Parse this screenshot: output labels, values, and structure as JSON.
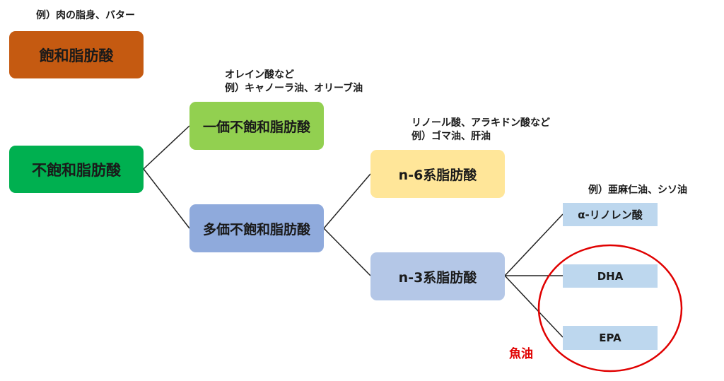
{
  "colors": {
    "saturated": "#c55a11",
    "unsaturated": "#00b050",
    "mono": "#92d050",
    "poly": "#8faadc",
    "n6": "#ffe699",
    "n3": "#b4c7e7",
    "leaf": "#bdd7ee",
    "highlight": "#e00000",
    "line": "#222222"
  },
  "nodes": {
    "saturated": "飽和脂肪酸",
    "unsaturated": "不飽和脂肪酸",
    "mono": "一価不飽和脂肪酸",
    "poly": "多価不飽和脂肪酸",
    "n6": "n-6系脂肪酸",
    "n3": "n-3系脂肪酸",
    "ala": "α-リノレン酸",
    "dha": "DHA",
    "epa": "EPA"
  },
  "notes": {
    "saturated_example": "例）肉の脂身、バター",
    "mono_line1": "オレイン酸など",
    "mono_line2": "例）キャノーラ油、オリーブ油",
    "n6_line1": "リノール酸、アラキドン酸など",
    "n6_line2": "例）ゴマ油、肝油",
    "ala_example": "例）亜麻仁油、シソ油"
  },
  "fish_oil_label": "魚油"
}
